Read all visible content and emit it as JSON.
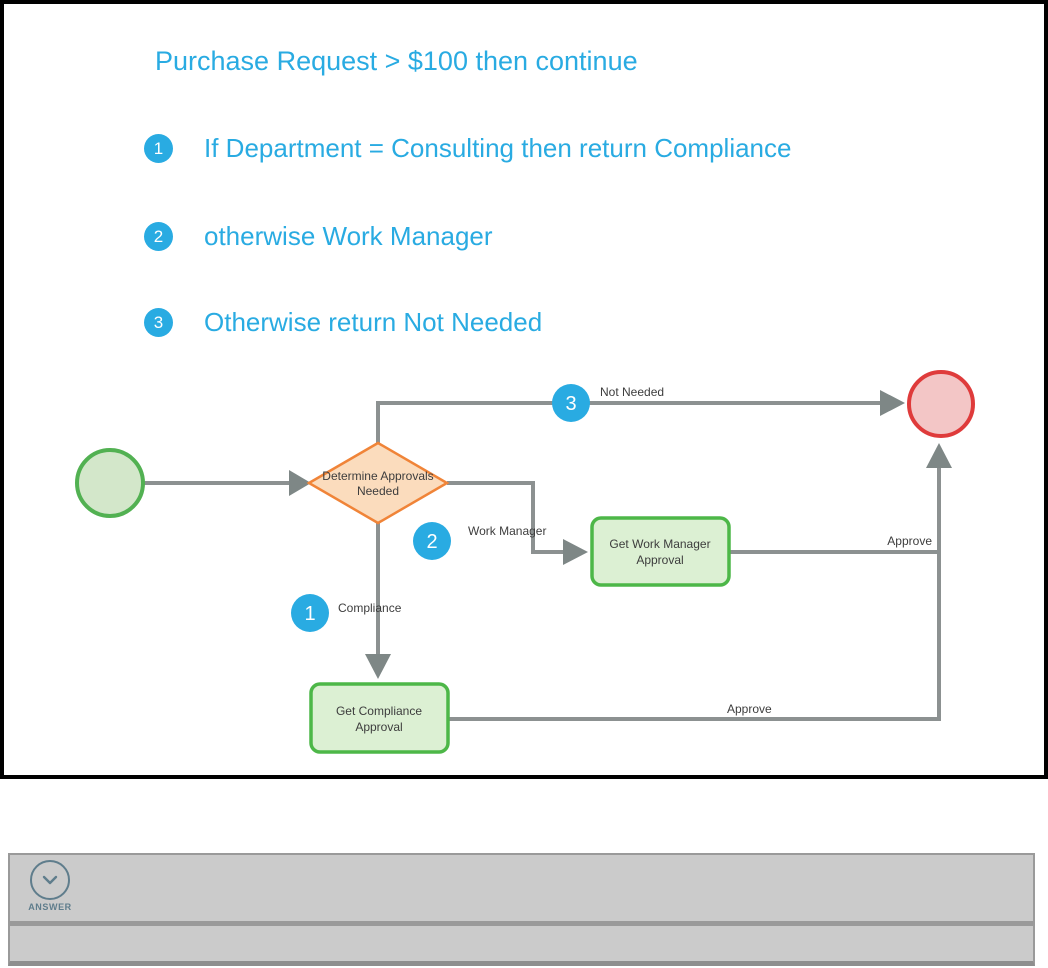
{
  "header": {
    "title": "Purchase Request > $100 then continue"
  },
  "steps": [
    {
      "number": "1",
      "text": "If Department = Consulting then return Compliance"
    },
    {
      "number": "2",
      "text": "otherwise Work Manager"
    },
    {
      "number": "3",
      "text": "Otherwise return Not Needed"
    }
  ],
  "flowchart": {
    "decision": {
      "line1": "Determine Approvals",
      "line2": "Needed"
    },
    "task_work_manager": {
      "line1": "Get Work Manager",
      "line2": "Approval"
    },
    "task_compliance": {
      "line1": "Get Compliance",
      "line2": "Approval"
    },
    "edge_labels": {
      "not_needed": "Not Needed",
      "work_manager": "Work Manager",
      "compliance": "Compliance",
      "approve_work_manager": "Approve",
      "approve_compliance": "Approve"
    },
    "badges": {
      "compliance": "1",
      "work_manager": "2",
      "not_needed": "3"
    },
    "colors": {
      "accent_blue": "#29ABE2",
      "start_event_border": "#52B152",
      "start_event_fill": "#D3E7CA",
      "end_event_border": "#DF3B3B",
      "end_event_fill": "#F3C6C6",
      "decision_border": "#F08438",
      "decision_fill": "#FBDCBD",
      "task_border": "#4DB748",
      "task_fill": "#DCF0D3",
      "connector_gray": "#8C9191",
      "answer_icon": "#5F7D8C"
    }
  },
  "answer_bar": {
    "label": "ANSWER",
    "chevron_icon": "chevron-down"
  }
}
